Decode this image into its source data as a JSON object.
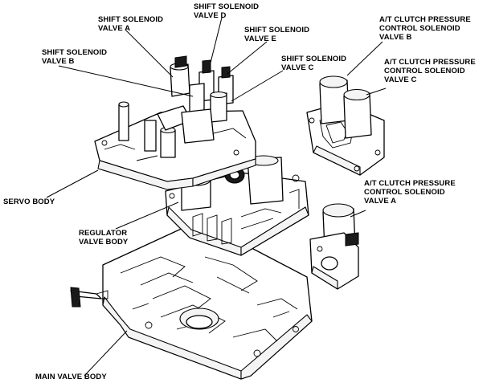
{
  "labels": {
    "ssv_d": [
      "SHIFT SOLENOID",
      "VALVE D"
    ],
    "ssv_a": [
      "SHIFT SOLENOID",
      "VALVE A"
    ],
    "ssv_e": [
      "SHIFT SOLENOID",
      "VALVE E"
    ],
    "ssv_b": [
      "SHIFT SOLENOID",
      "VALVE B"
    ],
    "ssv_c": [
      "SHIFT SOLENOID",
      "VALVE C"
    ],
    "atc_b": [
      "A/T CLUTCH PRESSURE",
      "CONTROL SOLENOID",
      "VALVE B"
    ],
    "atc_c": [
      "A/T CLUTCH PRESSURE",
      "CONTROL SOLENOID",
      "VALVE C"
    ],
    "atc_a": [
      "A/T CLUTCH PRESSURE",
      "CONTROL SOLENOID",
      "VALVE A"
    ],
    "servo": [
      "SERVO BODY"
    ],
    "regulator": [
      "REGULATOR",
      "VALVE BODY"
    ],
    "main": [
      "MAIN VALVE BODY"
    ]
  }
}
